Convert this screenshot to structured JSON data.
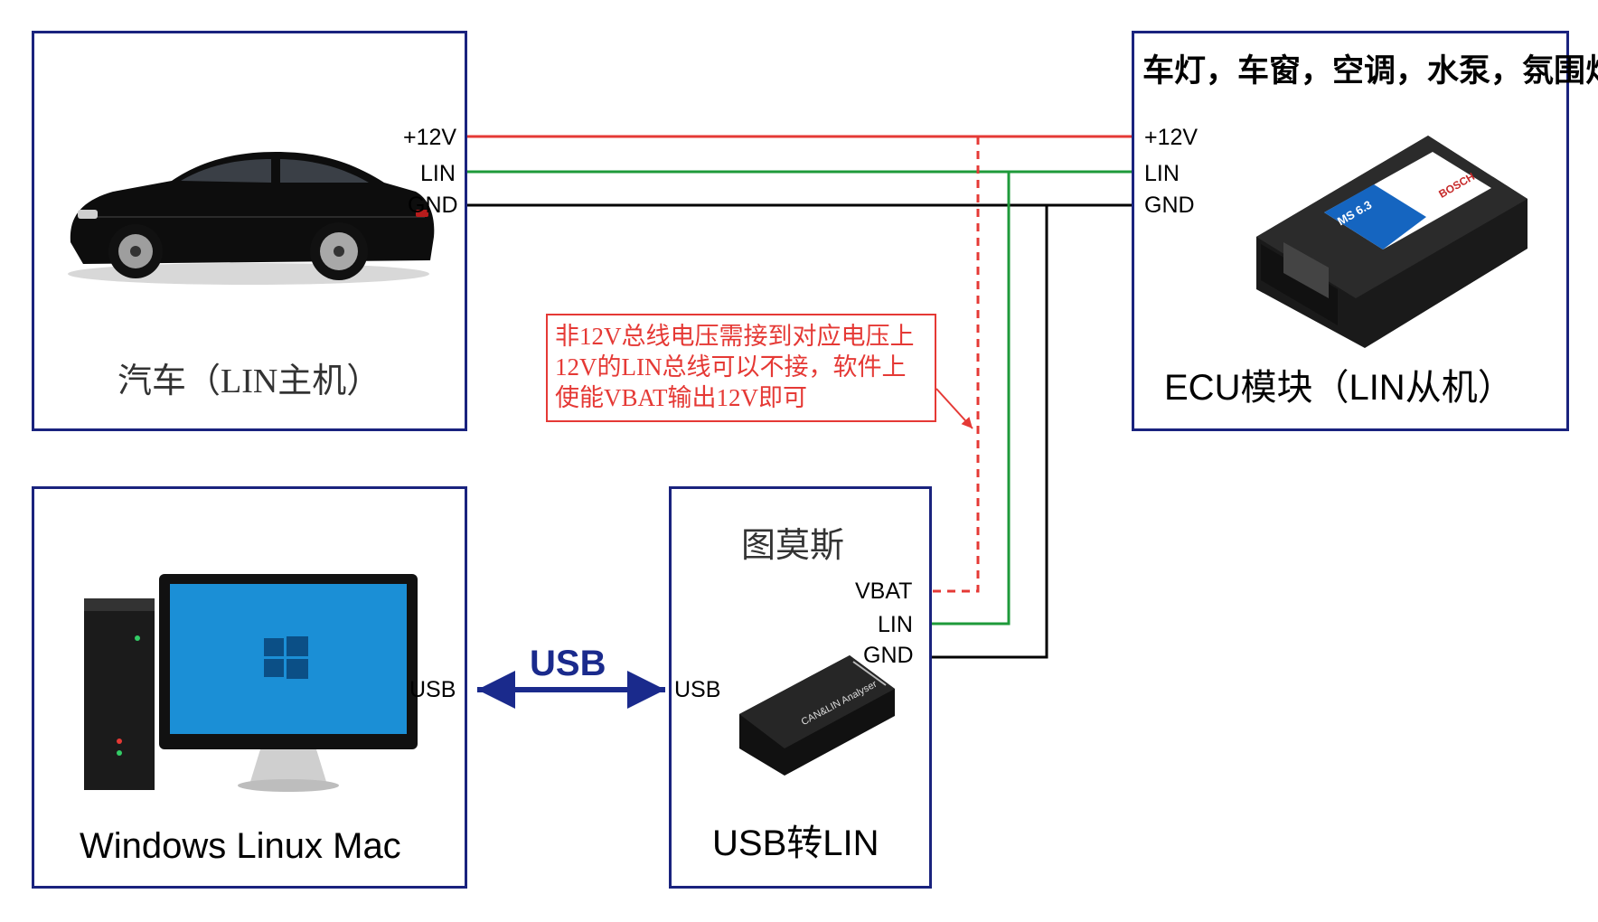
{
  "host": {
    "caption": "汽车（LIN主机）",
    "pins": {
      "v12": "+12V",
      "lin": "LIN",
      "gnd": "GND"
    }
  },
  "slave": {
    "title": "车灯，车窗，空调，水泵，氛围灯等",
    "caption": "ECU模块（LIN从机）",
    "pins": {
      "v12": "+12V",
      "lin": "LIN",
      "gnd": "GND"
    },
    "brand_text": "BOSCH",
    "model_text": "MS 6.3"
  },
  "note": {
    "lines": [
      "非12V总线电压需接到对应电压上",
      "12V的LIN总线可以不接，软件上",
      "使能VBAT输出12V即可"
    ]
  },
  "pc": {
    "caption": "Windows Linux Mac",
    "port": "USB"
  },
  "adapter": {
    "title": "图莫斯",
    "caption": "USB转LIN",
    "port": "USB",
    "pins": {
      "vbat": "VBAT",
      "lin": "LIN",
      "gnd": "GND"
    },
    "device_text": "CAN&LIN Analyser"
  },
  "link": {
    "label": "USB"
  },
  "colors": {
    "box_border": "#1a237e",
    "v12_wire": "#e53935",
    "lin_wire": "#1e9a3a",
    "gnd_wire": "#000000",
    "usb_arrow": "#1a2a8c",
    "note": "#e53935"
  }
}
